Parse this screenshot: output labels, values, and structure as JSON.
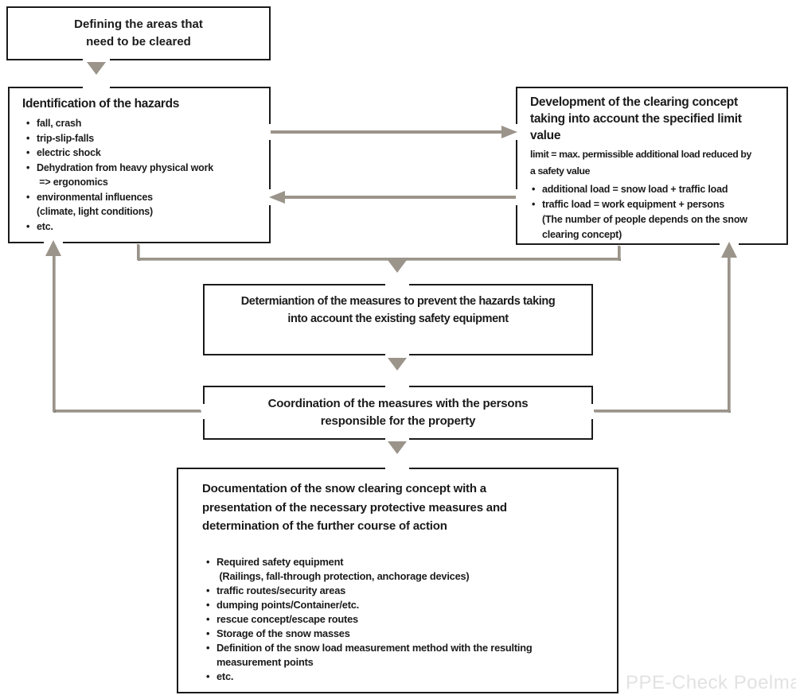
{
  "colors": {
    "arrow": "#9b948a",
    "border": "#1b1b1b",
    "text": "#1b1b1b",
    "watermark": "#e2e2e2"
  },
  "boxes": {
    "define_areas": {
      "text": "Defining the areas that\nneed to be cleared"
    },
    "hazards": {
      "title": "Identification of the hazards",
      "bullets": [
        "fall, crash",
        "trip-slip-falls",
        "electric shock",
        "Dehydration from heavy physical work\n => ergonomics",
        "environmental influences\n(climate, light conditions)",
        "etc."
      ]
    },
    "clearing_concept": {
      "title": "Development of the clearing concept\ntaking into account the specified limit\nvalue",
      "intro": "limit = max. permissible additional load reduced by\na safety value",
      "bullets": [
        "additional load = snow load + traffic load",
        "traffic load = work equipment + persons\n(The number of people depends on the snow\nclearing concept)"
      ]
    },
    "measures": {
      "text": "Determiantion of the measures to prevent the hazards taking\ninto account the existing safety equipment"
    },
    "coordination": {
      "text": "Coordination of the measures with the persons\nresponsible for the property"
    },
    "documentation": {
      "title": "Documentation of the snow clearing concept with a\npresentation of the necessary protective measures and\ndetermination of the further course of action",
      "bullets": [
        "Required safety equipment\n (Railings, fall-through protection, anchorage devices)",
        "traffic routes/security areas",
        "dumping points/Container/etc.",
        "rescue concept/escape routes",
        "Storage of the snow masses",
        "Definition of the snow load measurement method with the resulting\nmeasurement points",
        "etc."
      ]
    }
  },
  "watermark": "PPE-Check Poelmann"
}
